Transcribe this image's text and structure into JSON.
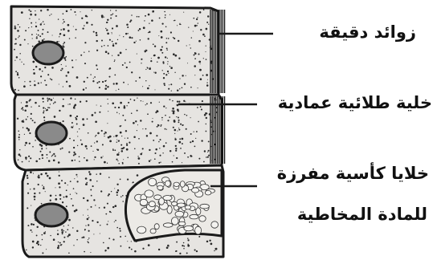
{
  "labels": {
    "microvilli": "زوائد دقيقة",
    "columnar_cell": "خلية طلائية عمادية",
    "goblet_line1": "خلايا كأسية مفرزة",
    "goblet_line2": "للمادة المخاطية"
  },
  "colors": {
    "cell_fill": "#e6e4e1",
    "outline": "#1a1a1a",
    "background": "#ffffff"
  }
}
